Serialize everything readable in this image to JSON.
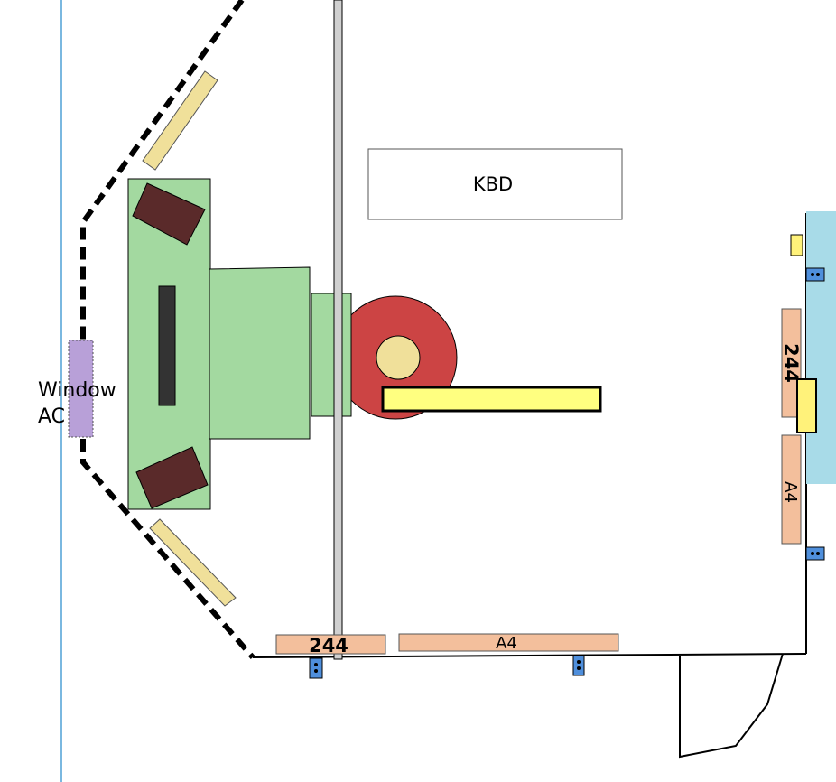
{
  "labels": {
    "keyboard": "KBD",
    "window_ac_line1": "Window",
    "window_ac_line2": "AC",
    "bottom_left_panel": "244",
    "bottom_right_panel": "A4",
    "right_top_panel": "244",
    "right_bottom_panel": "A4"
  },
  "colors": {
    "page_background": "#ffffff",
    "left_guide_line": "#7ab8e0",
    "dashed_wall": "#000000",
    "yellow_panels": "#f0e09a",
    "green_riser": "#a3d9a0",
    "dark_speaker": "#5a2a2a",
    "dark_bar": "#333333",
    "red_drum": "#cc4444",
    "drum_center": "#f0e09a",
    "yellow_bar": "#ffff80",
    "vertical_pole": "#d0d0d0",
    "window_ac": "#b8a0d8",
    "salmon_panels": "#f3bf9c",
    "blue_outlet": "#4f8fdc",
    "light_blue_zone": "#a8dbe8",
    "small_yellow_block": "#fff27a",
    "keyboard_box_border": "#555555"
  },
  "icons": {
    "outlet": "outlet-icon"
  }
}
